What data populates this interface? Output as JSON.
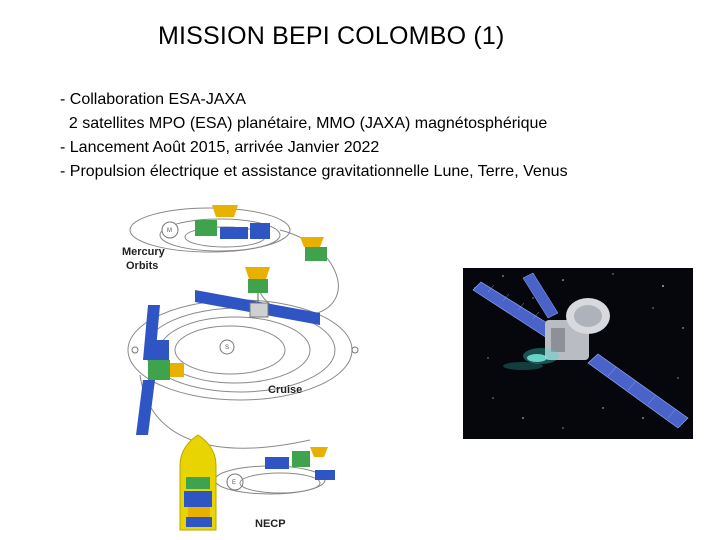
{
  "slide": {
    "title": "MISSION BEPI COLOMBO (1)",
    "bullets": [
      "- Collaboration ESA-JAXA",
      "  2 satellites MPO (ESA) planétaire, MMO (JAXA) magnétosphérique",
      "- Lancement Août 2015, arrivée Janvier 2022",
      "- Propulsion électrique et assistance gravitationnelle Lune, Terre, Venus"
    ]
  },
  "diagram": {
    "label_mercury_line1": "Mercury",
    "label_mercury_line2": "Orbits",
    "label_cruise": "Cruise",
    "label_necp": "NECP",
    "body_m": "M",
    "body_s": "S",
    "body_e": "E"
  },
  "photo": {
    "subject": "spacecraft-in-space"
  },
  "colors": {
    "solar_panel": "#2f55c4",
    "gold_module": "#e8b100",
    "green_module": "#3fa34d",
    "space_bg": "#05070c",
    "thruster_glow": "#3fe0d0"
  }
}
